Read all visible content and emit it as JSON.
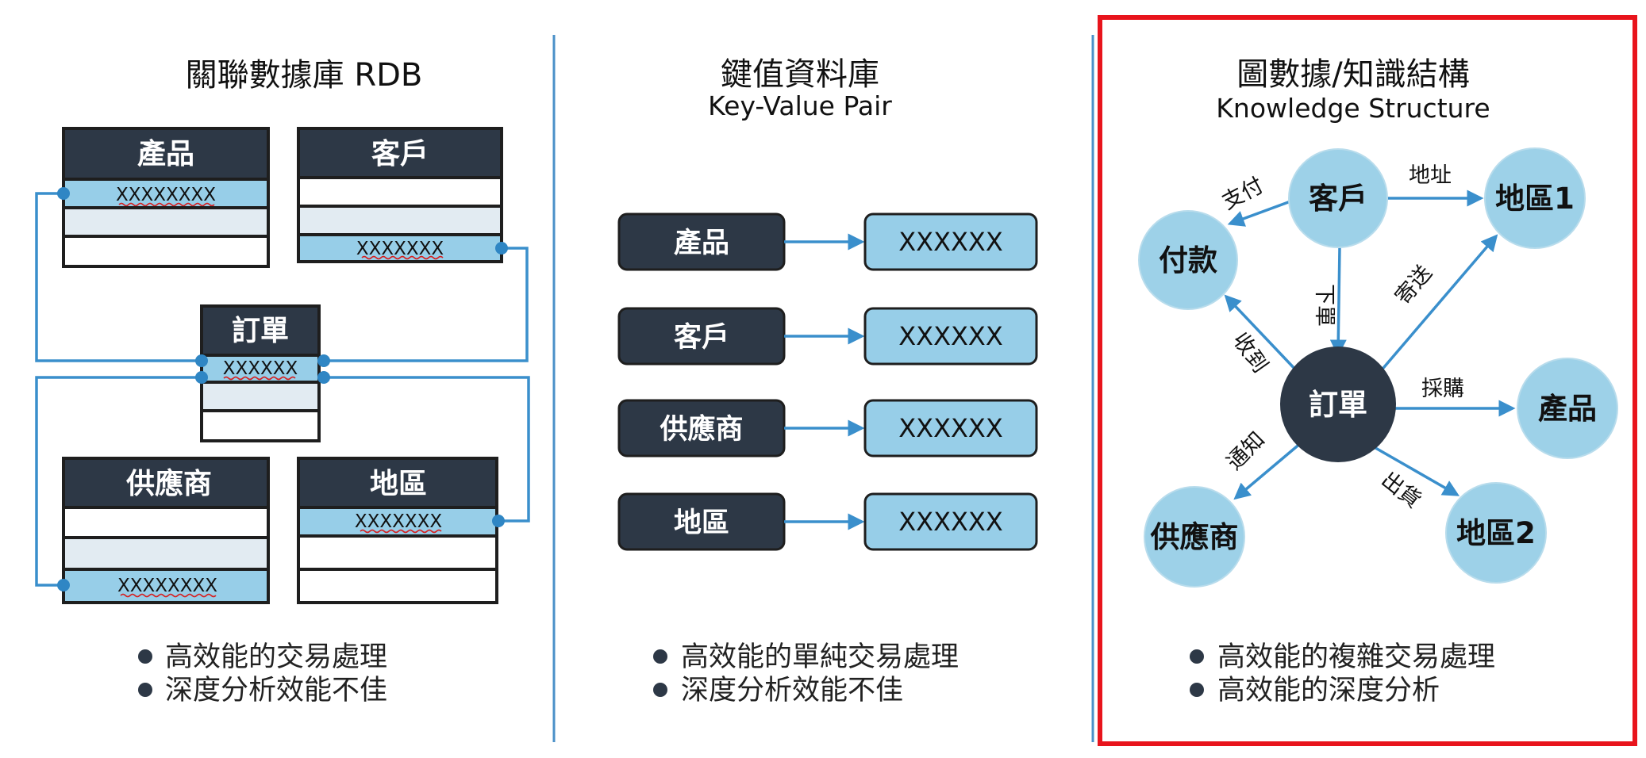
{
  "rdb": {
    "title": "關聯數據庫 RDB",
    "tables": {
      "product": {
        "name": "產品",
        "cell": "XXXXXXXX"
      },
      "customer": {
        "name": "客戶",
        "cell": "XXXXXXX"
      },
      "order": {
        "name": "訂單",
        "cell": "XXXXXX"
      },
      "supplier": {
        "name": "供應商",
        "cell": "XXXXXXXX"
      },
      "region": {
        "name": "地區",
        "cell": "XXXXXXX"
      }
    },
    "bullets": [
      "高效能的交易處理",
      "深度分析效能不佳"
    ]
  },
  "kv": {
    "title": "鍵值資料庫",
    "subtitle": "Key-Value Pair",
    "pairs": [
      {
        "key": "產品",
        "value": "XXXXXX"
      },
      {
        "key": "客戶",
        "value": "XXXXXX"
      },
      {
        "key": "供應商",
        "value": "XXXXXX"
      },
      {
        "key": "地區",
        "value": "XXXXXX"
      }
    ],
    "bullets": [
      "高效能的單純交易處理",
      "深度分析效能不佳"
    ]
  },
  "graph": {
    "title": "圖數據/知識結構",
    "subtitle": "Knowledge Structure",
    "nodes": {
      "customer": "客戶",
      "region1": "地區1",
      "payment": "付款",
      "order": "訂單",
      "product": "產品",
      "supplier": "供應商",
      "region2": "地區2"
    },
    "edges": {
      "pay": "支付",
      "address": "地址",
      "place_order": "下單",
      "ship_to": "寄送",
      "receive": "收到",
      "purchase": "採購",
      "notify": "通知",
      "ship": "出貨"
    },
    "bullets": [
      "高效能的複雜交易處理",
      "高效能的深度分析"
    ],
    "highlight_color": "#e8141c"
  }
}
